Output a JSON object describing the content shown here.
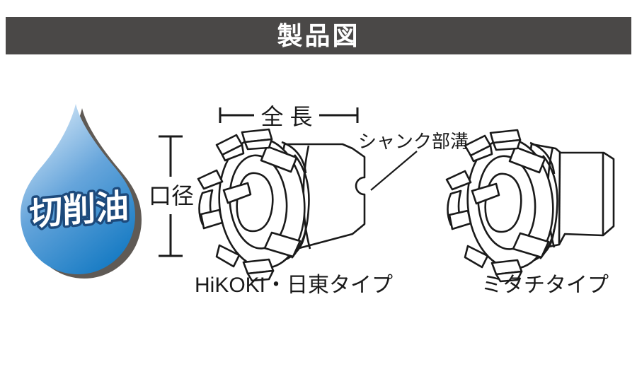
{
  "header": {
    "title": "製品図",
    "bg_color": "#4a4847",
    "text_color": "#ffffff"
  },
  "droplet": {
    "label": "切削油",
    "gradient_top": "#d4e7f7",
    "gradient_mid": "#66a5db",
    "gradient_bottom": "#1178c2",
    "outline_color": "#1d4a7c",
    "shadow_color": "#5f5a55"
  },
  "annotations": {
    "overall_length_label": "全 長",
    "bore_diameter_label": "口径",
    "shank_groove_label": "シャンク部溝"
  },
  "cutters": [
    {
      "id": "hikoki-nitto",
      "label": "HiKOKI・日東タイプ"
    },
    {
      "id": "mitachi",
      "label": "ミタチタイプ"
    }
  ],
  "line_color": "#1a1a1a"
}
